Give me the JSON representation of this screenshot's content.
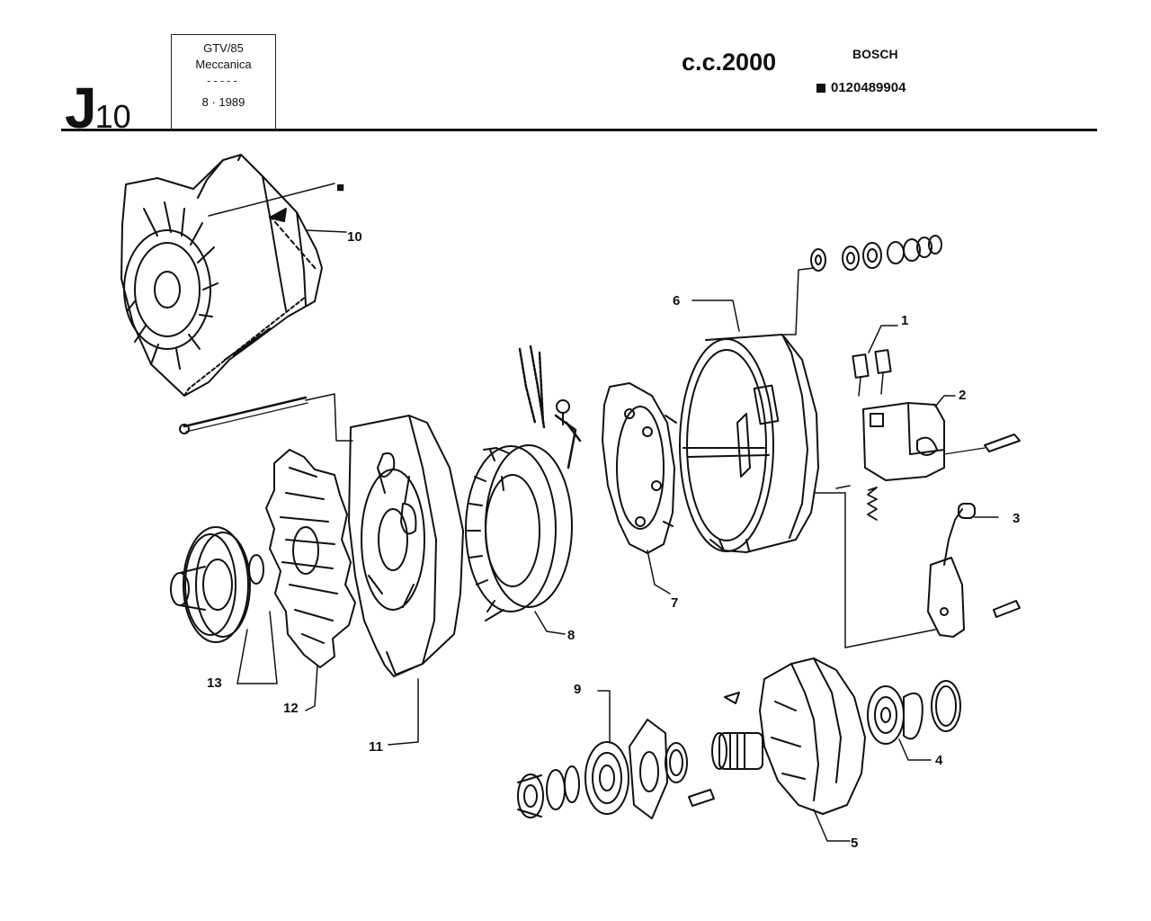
{
  "header": {
    "section_letter": "J",
    "section_number": "10",
    "model": "GTV/85",
    "category": "Meccanica",
    "divider": "-----",
    "date": "8 · 1989",
    "engine": "c.c.2000",
    "brand": "BOSCH",
    "part_number": "0120489904"
  },
  "callouts": {
    "c1": "1",
    "c2": "2",
    "c3": "3",
    "c4": "4",
    "c5": "5",
    "c6": "6",
    "c7": "7",
    "c8": "8",
    "c9": "9",
    "c10": "10",
    "c11": "11",
    "c12": "12",
    "c13": "13"
  },
  "legend_marker": "■"
}
